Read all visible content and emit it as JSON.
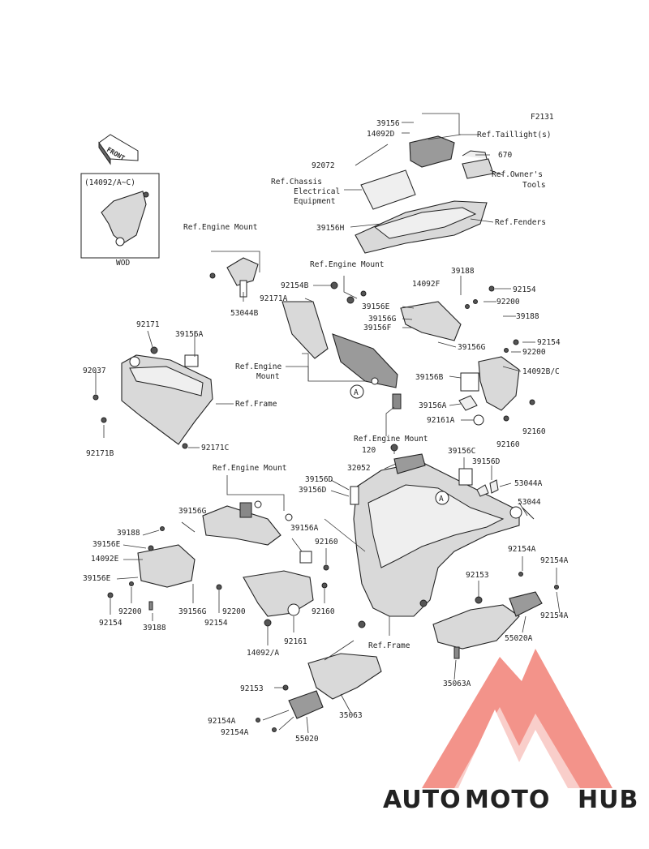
{
  "diagram_code": "F2131",
  "front_label": "FRONT",
  "inset": {
    "part_ref": "(14092/A~C)",
    "caption": "WOD"
  },
  "callout_marker": "A",
  "references": {
    "taillight": "Ref.Taillight(s)",
    "owners_tools_1": "Ref.Owner's",
    "owners_tools_2": "Tools",
    "fenders": "Ref.Fenders",
    "chassis_1": "Ref.Chassis",
    "chassis_2": "Electrical",
    "chassis_3": "Equipment",
    "engine_mount": "Ref.Engine Mount",
    "engine_mount_split_1": "Ref.Engine",
    "engine_mount_split_2": "Mount",
    "frame": "Ref.Frame"
  },
  "parts": {
    "p39156": "39156",
    "p14092D": "14092D",
    "p92072": "92072",
    "p670": "670",
    "p39156H": "39156H",
    "p92154B": "92154B",
    "p92171A": "92171A",
    "p53044B": "53044B",
    "p14092F": "14092F",
    "p39156E": "39156E",
    "p39156G": "39156G",
    "p39156F": "39156F",
    "p39188": "39188",
    "p92154": "92154",
    "p92200": "92200",
    "p14092BC": "14092B/C",
    "p39156B": "39156B",
    "p39156A": "39156A",
    "p92161A": "92161A",
    "p92160": "92160",
    "p92171": "92171",
    "p92037": "92037",
    "p92171B": "92171B",
    "p92171C": "92171C",
    "p120": "120",
    "p32052": "32052",
    "p39156C": "39156C",
    "p39156D": "39156D",
    "p53044A": "53044A",
    "p53044": "53044",
    "p14092E": "14092E",
    "p14092A": "14092/A",
    "p92161": "92161",
    "p92154A": "92154A",
    "p92153": "92153",
    "p55020A": "55020A",
    "p35063A": "35063A",
    "p35063": "35063",
    "p55020": "55020"
  },
  "watermark": {
    "part1": "AUTO",
    "part2": "MOTO",
    "part3": "HUB"
  },
  "colors": {
    "watermark_red": "#f0463c",
    "watermark_orange": "#f5a623",
    "watermark_gray": "#5a5a5a",
    "ink": "#222222"
  }
}
